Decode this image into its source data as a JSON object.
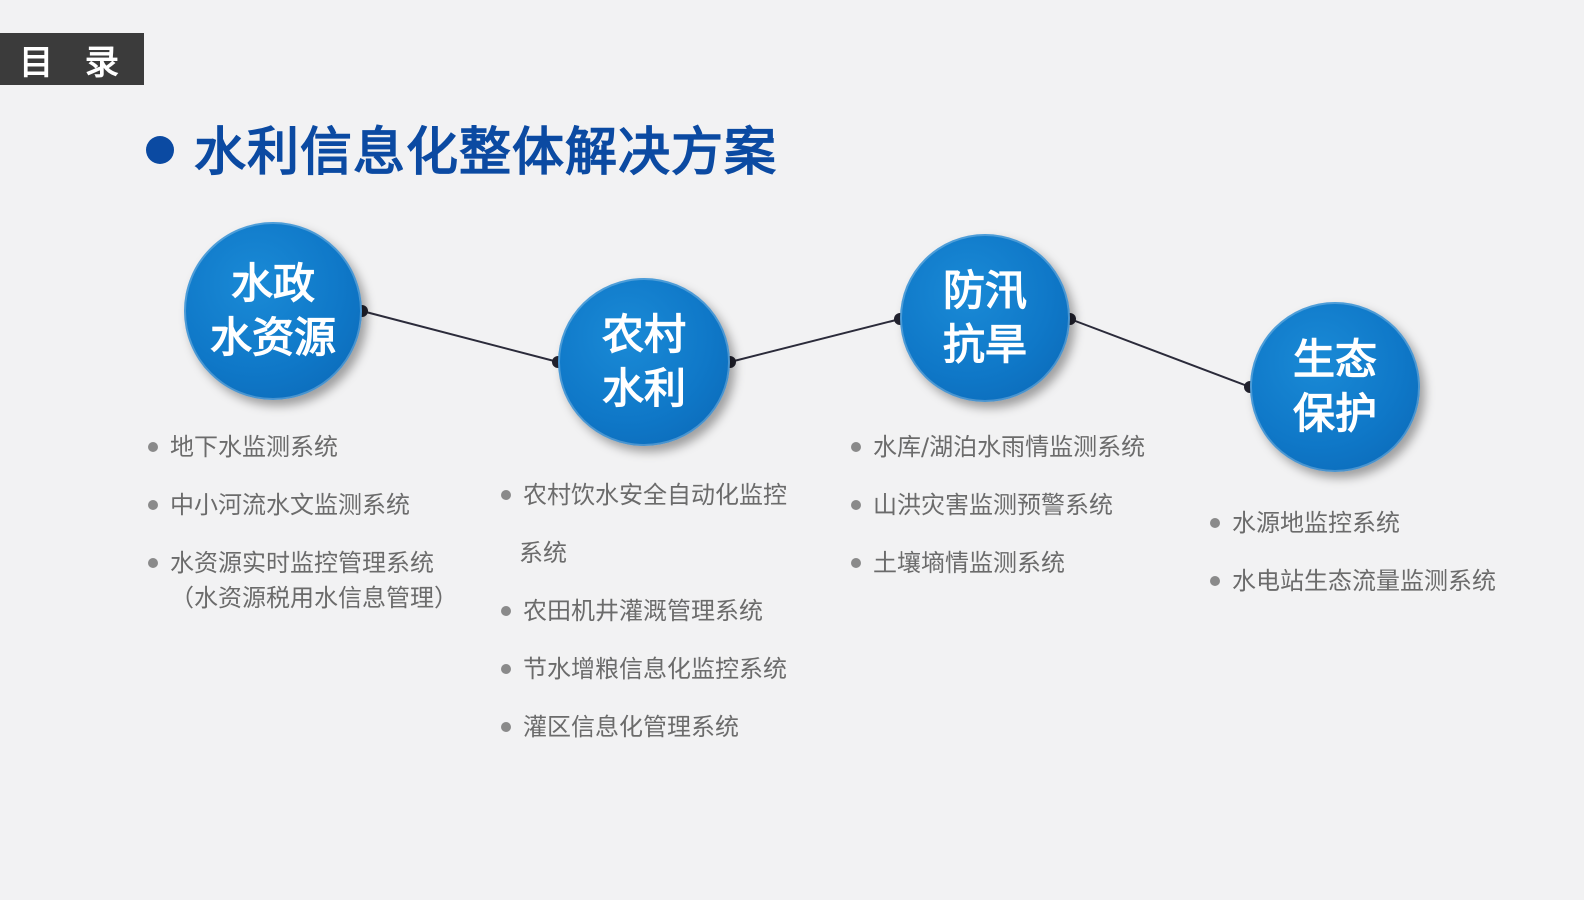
{
  "tab": {
    "label": "目 录"
  },
  "title": "水利信息化整体解决方案",
  "colors": {
    "title_blue": "#0b4aa2",
    "circle_blue": "#0f78c8",
    "tab_gray": "#3b3b3b",
    "text_gray": "#6b6b6b",
    "background": "#f2f2f3"
  },
  "categories": [
    {
      "line1": "水政",
      "line2": "水资源",
      "items": [
        {
          "text": "地下水监测系统"
        },
        {
          "text": "中小河流水文监测系统"
        },
        {
          "text": "水资源实时监控管理系统",
          "continuation": "（水资源税用水信息管理）"
        }
      ]
    },
    {
      "line1": "农村",
      "line2": "水利",
      "items": [
        {
          "text": "农村饮水安全自动化监控",
          "continuation": "系统"
        },
        {
          "text": "农田机井灌溉管理系统"
        },
        {
          "text": "节水增粮信息化监控系统"
        },
        {
          "text": "灌区信息化管理系统"
        }
      ]
    },
    {
      "line1": "防汛",
      "line2": "抗旱",
      "items": [
        {
          "text": "水库/湖泊水雨情监测系统"
        },
        {
          "text": "山洪灾害监测预警系统"
        },
        {
          "text": "土壤墒情监测系统"
        }
      ]
    },
    {
      "line1": "生态",
      "line2": "保护",
      "items": [
        {
          "text": "水源地监控系统"
        },
        {
          "text": "水电站生态流量监测系统"
        }
      ]
    }
  ]
}
